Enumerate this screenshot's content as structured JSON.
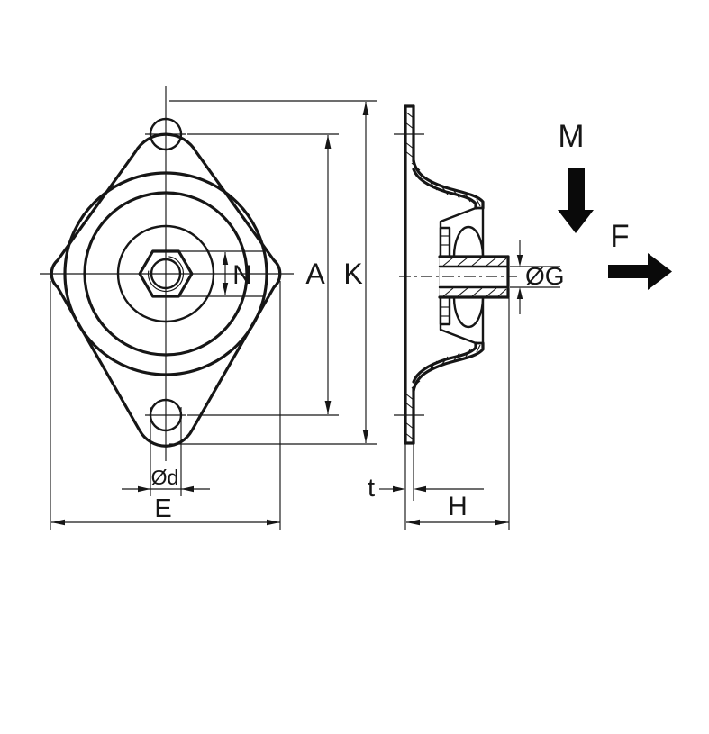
{
  "drawing": {
    "background": "#ffffff",
    "line_color": "#161616",
    "dimensions": {
      "N": "N",
      "A": "A",
      "K": "K",
      "Od": "Ød",
      "E": "E",
      "OG": "ØG",
      "t": "t",
      "H": "H"
    },
    "forces": {
      "M": "M",
      "F": "F"
    }
  }
}
